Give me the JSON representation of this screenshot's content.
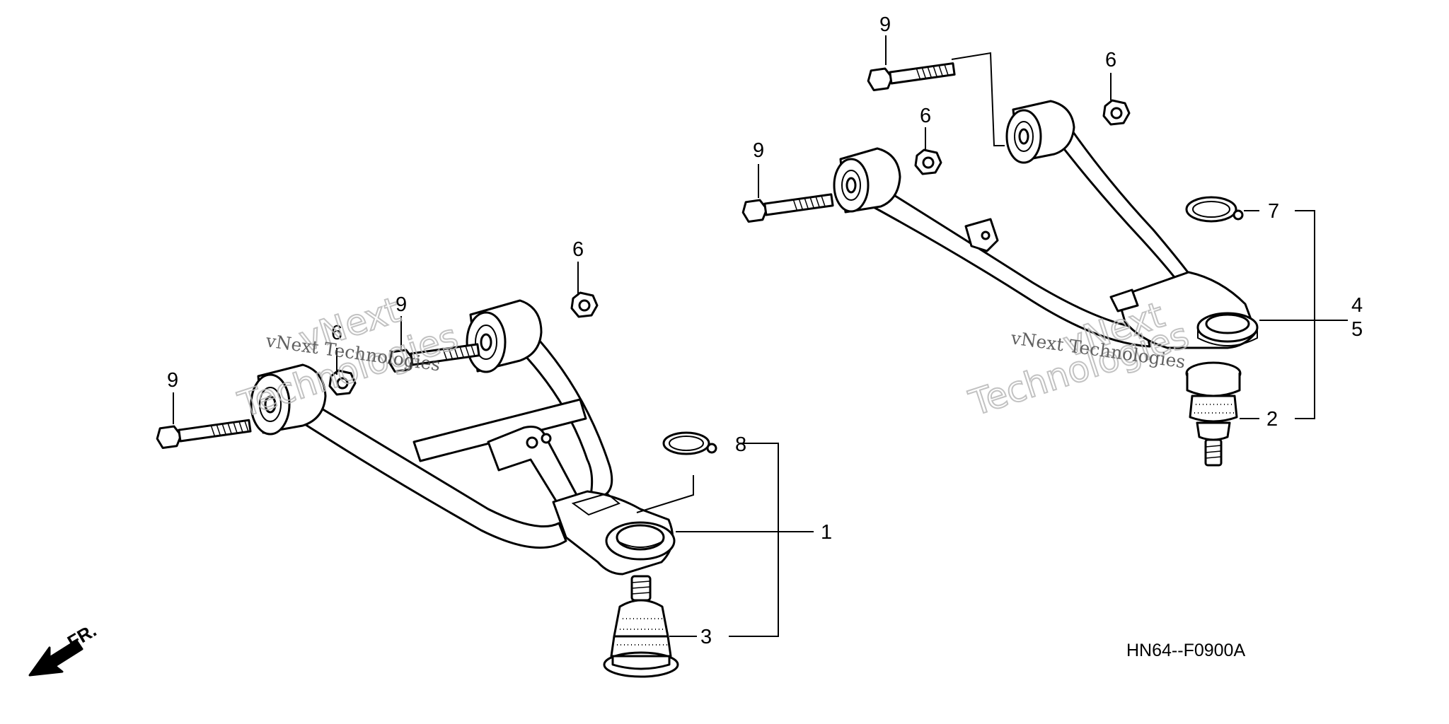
{
  "diagram": {
    "code": "HN64--F0900A",
    "direction_label": "FR.",
    "watermark_small": "vNext Technologies",
    "watermark_big_1": "vNext",
    "watermark_big_2": "Technologies",
    "callouts": {
      "lower_arm": "1",
      "upper_ball_joint": "2",
      "lower_ball_joint": "3",
      "upper_arm_a": "4",
      "upper_arm_b": "5",
      "nut": "6",
      "upper_circlip": "7",
      "lower_circlip": "8",
      "bolt": "9"
    }
  }
}
